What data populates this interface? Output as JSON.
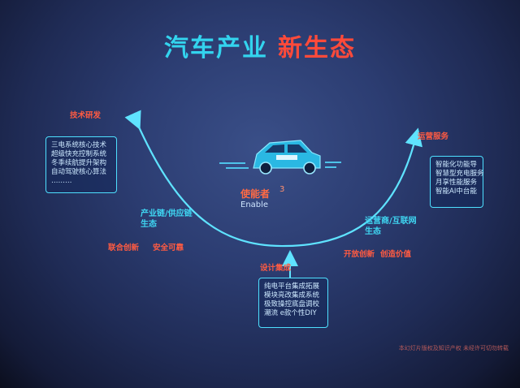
{
  "title_part1": "汽车产业",
  "title_part2": "新生态",
  "tech_rd": {
    "label": "技术研发",
    "lines": [
      "三电系统核心技术",
      "超级快充控制系统",
      "冬季续航提升架构",
      "自动驾驶核心算法",
      "………"
    ]
  },
  "ops_service": {
    "label": "运营服务",
    "lines": [
      "智能化功能导",
      "智慧型充电服务",
      "月享性能服务",
      "智能AI中台能"
    ]
  },
  "industry_chain": [
    "产业链/供应链",
    "生态"
  ],
  "left_values": [
    "联合创新",
    "安全可靠"
  ],
  "operator_net": [
    "运营商/互联网",
    "生态"
  ],
  "right_values": [
    "开放创新",
    "创造价值"
  ],
  "center": {
    "label": "使能者",
    "sub": "Enable",
    "num": "3"
  },
  "design": {
    "label": "设计集成",
    "lines": [
      "纯电平台集成拓展",
      "模块亮改集成系统",
      "极致操控底盘调校",
      "潮流 e款个性DIY"
    ]
  },
  "footer": "本幻灯片版权及知识产权  未经许可切勿转载",
  "colors": {
    "cyan": "#33d4ee",
    "red": "#ff4a3a",
    "bg": "#2c3d72"
  }
}
